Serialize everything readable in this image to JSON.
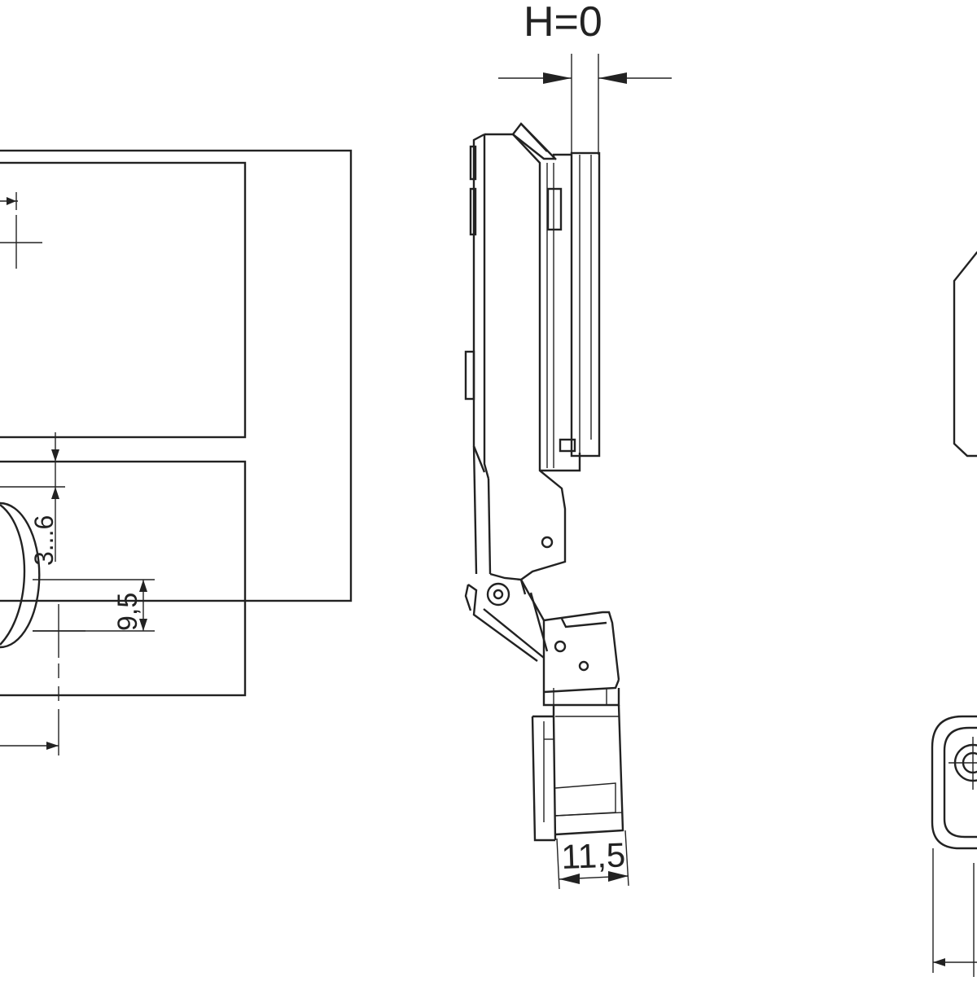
{
  "drawing": {
    "title": "",
    "dimensions": {
      "overlay": "H=0",
      "gap": "3...6",
      "offset": "9,5",
      "depth": "11,5"
    },
    "colors": {
      "ink": "#222222",
      "paper": "#ffffff"
    }
  }
}
